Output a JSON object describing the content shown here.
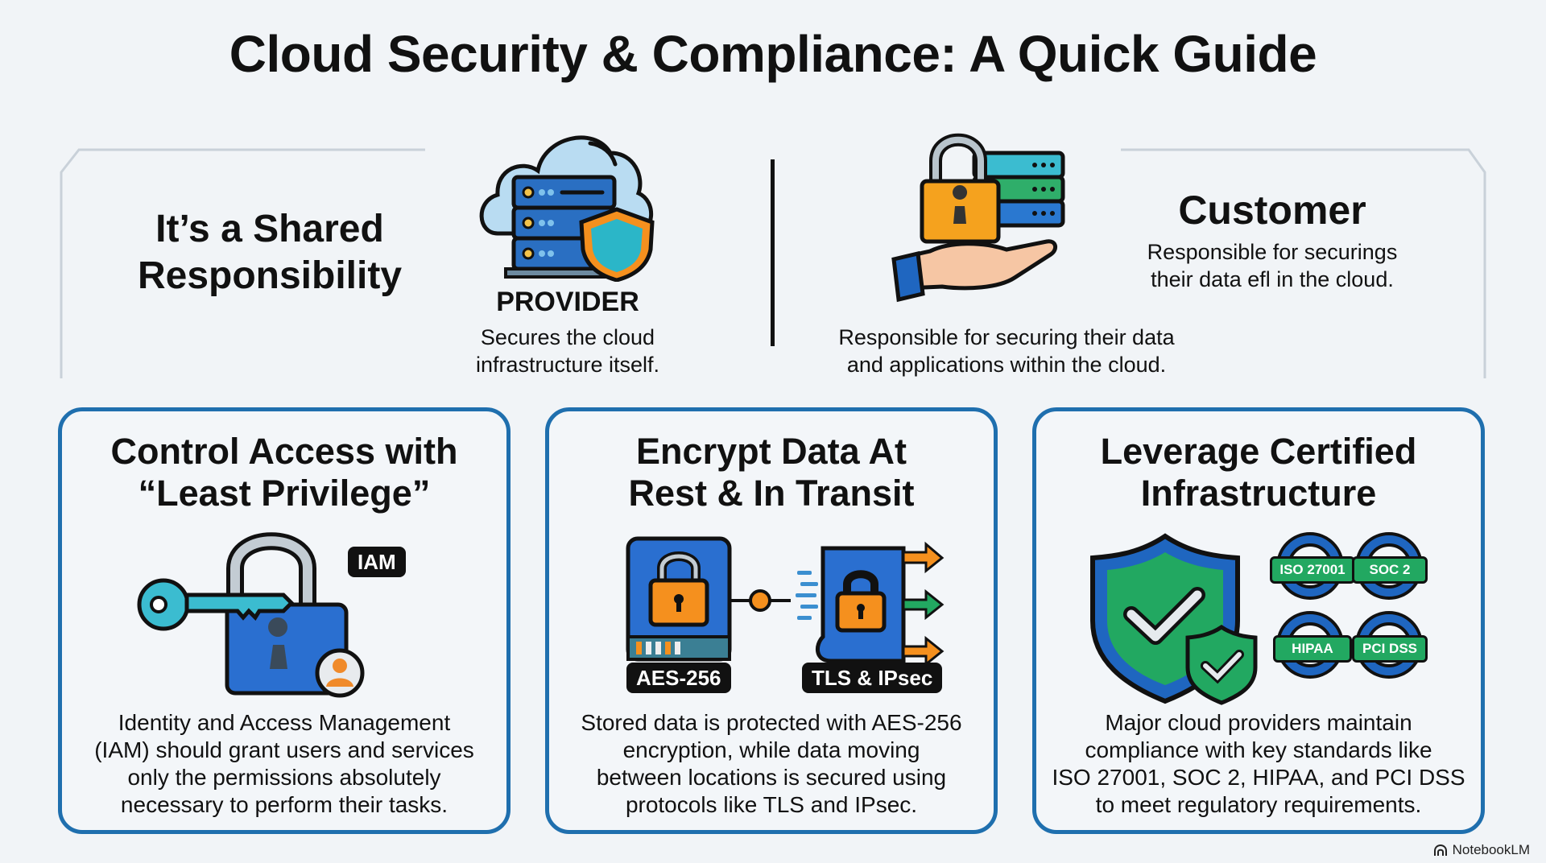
{
  "page": {
    "title": "Cloud Security & Compliance: A Quick Guide"
  },
  "shared_responsibility": {
    "heading": "It’s a Shared Responsibility",
    "heading_line1": "It’s a Shared",
    "heading_line2": "Responsibility",
    "provider": {
      "icon": "cloud-server-shield-icon",
      "label": "PROVIDER",
      "desc_line1": "Secures the cloud",
      "desc_line2": "infrastructure itself."
    },
    "customer": {
      "icon": "lock-server-hand-icon",
      "label": "Customer",
      "desc_main_line1": "Responsible for securing their data",
      "desc_main_line2": "and applications within the cloud.",
      "desc_side_line1": "Responsible for securings",
      "desc_side_line2": "their data efl in the cloud."
    }
  },
  "cards": [
    {
      "title_line1": "Control Access with",
      "title_line2": "“Least Privilege”",
      "icon": "padlock-key-user-icon",
      "badge": "IAM",
      "desc_line1": "Identity and Access Management",
      "desc_line2": "(IAM) should grant users and services",
      "desc_line3": "only the permissions absolutely",
      "desc_line4": "necessary to perform their tasks."
    },
    {
      "title_line1": "Encrypt Data At",
      "title_line2": "Rest & In Transit",
      "icon": "encrypted-drive-and-transit-icon",
      "badge_rest": "AES-256",
      "badge_transit": "TLS & IPsec",
      "desc_line1": "Stored data is protected with AES-256",
      "desc_line2": "encryption, while data moving",
      "desc_line3": "between locations is secured using",
      "desc_line4": "protocols like TLS and IPsec."
    },
    {
      "title_line1": "Leverage Certified",
      "title_line2": "Infrastructure",
      "icon": "shield-check-icon",
      "certs": [
        "ISO 27001",
        "SOC 2",
        "HIPAA",
        "PCI DSS"
      ],
      "desc_line1": "Major cloud providers maintain",
      "desc_line2": "compliance with key standards like",
      "desc_line3": "ISO 27001, SOC 2, HIPAA, and PCI DSS",
      "desc_line4": "to meet regulatory requirements."
    }
  ],
  "footer": {
    "brand": "NotebookLM",
    "brand_icon": "notebooklm-logo-icon"
  },
  "colors": {
    "background": "#f1f4f7",
    "card_border": "#1f6fae",
    "blue": "#1f6fd0",
    "orange": "#f5901e",
    "green": "#22a861",
    "teal": "#3bbcd0",
    "text": "#111111"
  }
}
